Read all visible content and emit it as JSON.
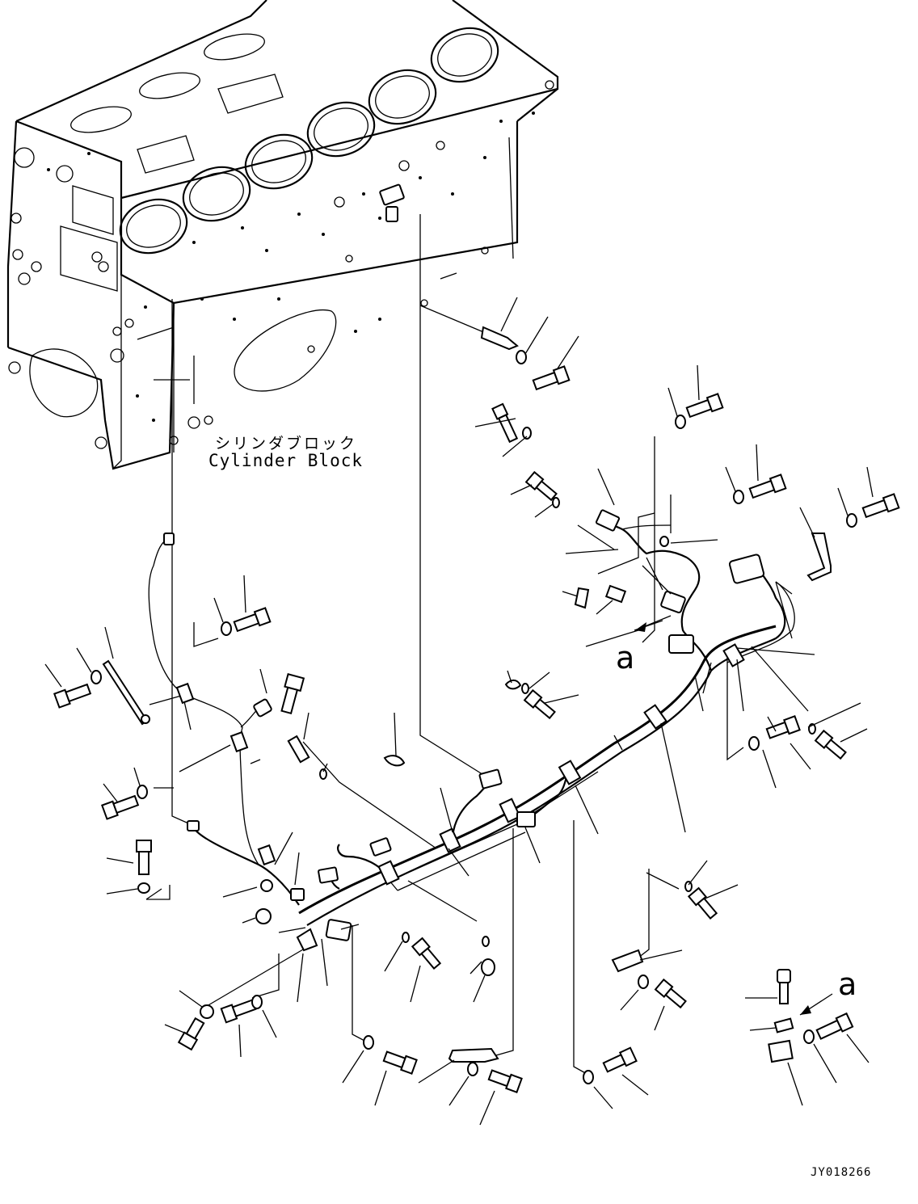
{
  "labels": {
    "cylinder_block_jp": "シリンダブロック",
    "cylinder_block_en": "Cylinder Block",
    "view_marker_1": "a",
    "view_marker_2": "a",
    "drawing_id": "JY018266"
  },
  "colors": {
    "line": "#000000",
    "background": "#ffffff"
  }
}
